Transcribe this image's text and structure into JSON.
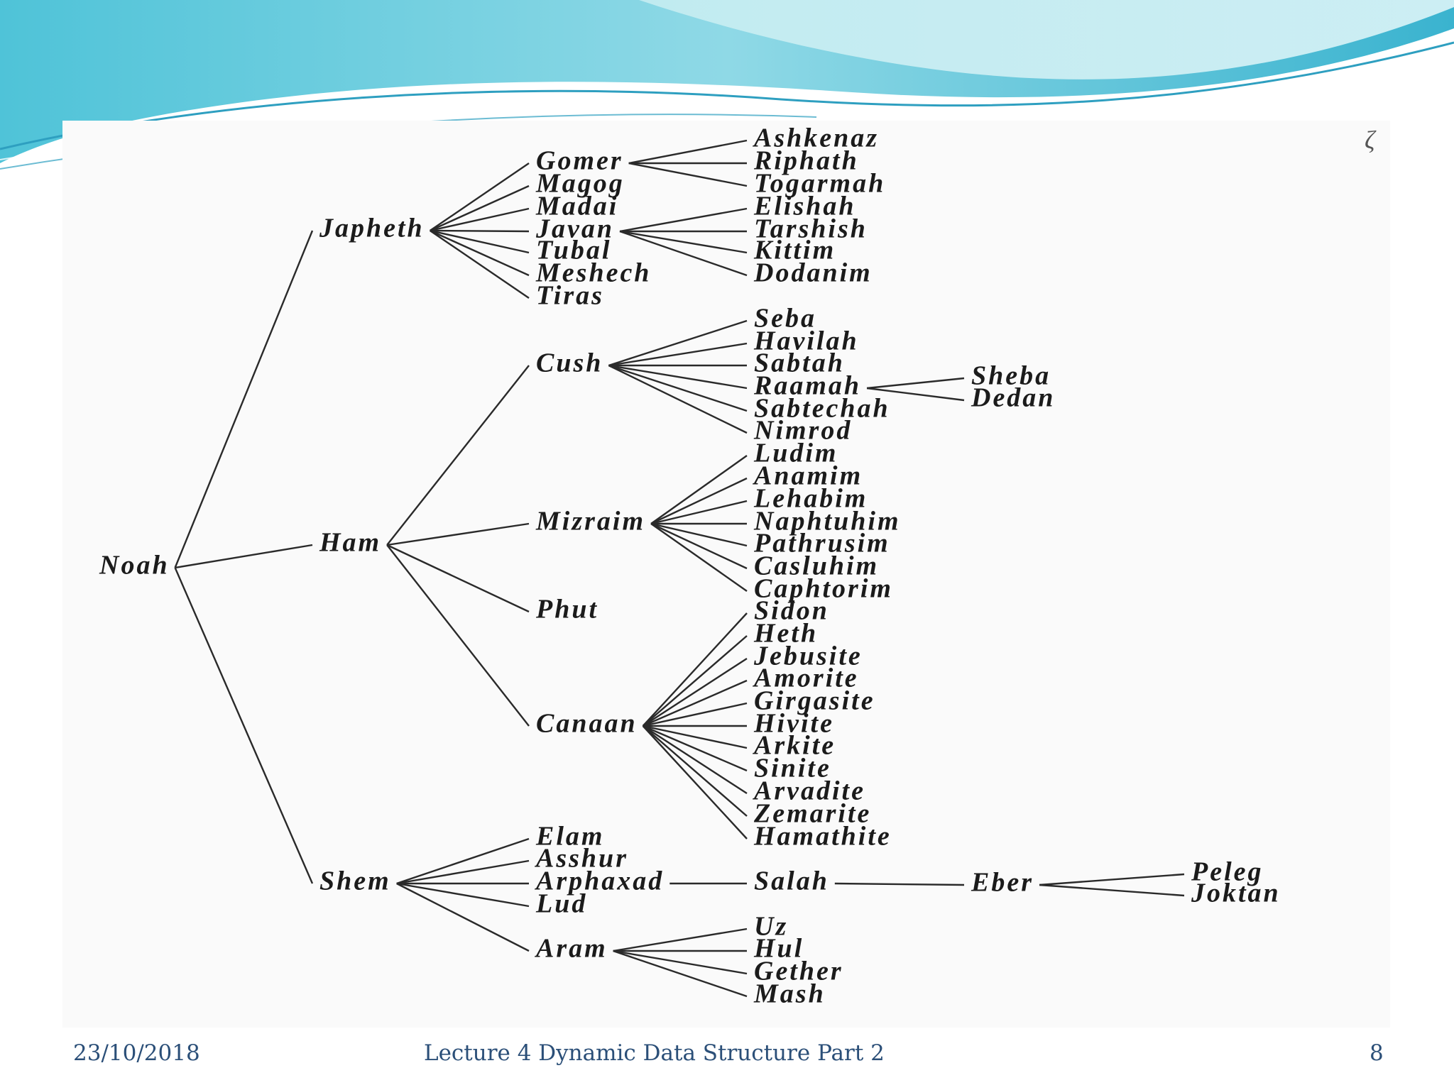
{
  "slide": {
    "footer_date": "23/10/2018",
    "footer_title": "Lecture 4 Dynamic Data Structure Part 2",
    "page_number": "8",
    "corner_mark": "ζ"
  },
  "colors": {
    "wave_light": "#c9eef2",
    "wave_mid": "#7fd4e2",
    "wave_dark": "#3ab3cf",
    "footer_text": "#2b4f78"
  },
  "tree": {
    "nodes": [
      {
        "id": "noah",
        "label": "Noah"
      },
      {
        "id": "japheth",
        "label": "Japheth"
      },
      {
        "id": "ham",
        "label": "Ham"
      },
      {
        "id": "shem",
        "label": "Shem"
      },
      {
        "id": "gomer",
        "label": "Gomer"
      },
      {
        "id": "magog",
        "label": "Magog"
      },
      {
        "id": "madai",
        "label": "Madai"
      },
      {
        "id": "javan",
        "label": "Javan"
      },
      {
        "id": "tubal",
        "label": "Tubal"
      },
      {
        "id": "meshech",
        "label": "Meshech"
      },
      {
        "id": "tiras",
        "label": "Tiras"
      },
      {
        "id": "ashkenaz",
        "label": "Ashkenaz"
      },
      {
        "id": "riphath",
        "label": "Riphath"
      },
      {
        "id": "togarmah",
        "label": "Togarmah"
      },
      {
        "id": "elishah",
        "label": "Elishah"
      },
      {
        "id": "tarshish",
        "label": "Tarshish"
      },
      {
        "id": "kittim",
        "label": "Kittim"
      },
      {
        "id": "dodanim",
        "label": "Dodanim"
      },
      {
        "id": "cush",
        "label": "Cush"
      },
      {
        "id": "mizraim",
        "label": "Mizraim"
      },
      {
        "id": "phut",
        "label": "Phut"
      },
      {
        "id": "canaan",
        "label": "Canaan"
      },
      {
        "id": "seba",
        "label": "Seba"
      },
      {
        "id": "havilah",
        "label": "Havilah"
      },
      {
        "id": "sabtah",
        "label": "Sabtah"
      },
      {
        "id": "raamah",
        "label": "Raamah"
      },
      {
        "id": "sabtechah",
        "label": "Sabtechah"
      },
      {
        "id": "nimrod",
        "label": "Nimrod"
      },
      {
        "id": "sheba",
        "label": "Sheba"
      },
      {
        "id": "dedan",
        "label": "Dedan"
      },
      {
        "id": "ludim",
        "label": "Ludim"
      },
      {
        "id": "anamim",
        "label": "Anamim"
      },
      {
        "id": "lehabim",
        "label": "Lehabim"
      },
      {
        "id": "naphtuhim",
        "label": "Naphtuhim"
      },
      {
        "id": "pathrusim",
        "label": "Pathrusim"
      },
      {
        "id": "casluhim",
        "label": "Casluhim"
      },
      {
        "id": "caphtorim",
        "label": "Caphtorim"
      },
      {
        "id": "sidon",
        "label": "Sidon"
      },
      {
        "id": "heth",
        "label": "Heth"
      },
      {
        "id": "jebusite",
        "label": "Jebusite"
      },
      {
        "id": "amorite",
        "label": "Amorite"
      },
      {
        "id": "girgasite",
        "label": "Girgasite"
      },
      {
        "id": "hivite",
        "label": "Hivite"
      },
      {
        "id": "arkite",
        "label": "Arkite"
      },
      {
        "id": "sinite",
        "label": "Sinite"
      },
      {
        "id": "arvadite",
        "label": "Arvadite"
      },
      {
        "id": "zemarite",
        "label": "Zemarite"
      },
      {
        "id": "hamathite",
        "label": "Hamathite"
      },
      {
        "id": "elam",
        "label": "Elam"
      },
      {
        "id": "asshur",
        "label": "Asshur"
      },
      {
        "id": "arphaxad",
        "label": "Arphaxad"
      },
      {
        "id": "lud",
        "label": "Lud"
      },
      {
        "id": "aram",
        "label": "Aram"
      },
      {
        "id": "salah",
        "label": "Salah"
      },
      {
        "id": "eber",
        "label": "Eber"
      },
      {
        "id": "peleg",
        "label": "Peleg"
      },
      {
        "id": "joktan",
        "label": "Joktan"
      },
      {
        "id": "uz",
        "label": "Uz"
      },
      {
        "id": "hul",
        "label": "Hul"
      },
      {
        "id": "gether",
        "label": "Gether"
      },
      {
        "id": "mash",
        "label": "Mash"
      }
    ],
    "edges": [
      [
        "noah",
        "japheth"
      ],
      [
        "noah",
        "ham"
      ],
      [
        "noah",
        "shem"
      ],
      [
        "japheth",
        "gomer"
      ],
      [
        "japheth",
        "magog"
      ],
      [
        "japheth",
        "madai"
      ],
      [
        "japheth",
        "javan"
      ],
      [
        "japheth",
        "tubal"
      ],
      [
        "japheth",
        "meshech"
      ],
      [
        "japheth",
        "tiras"
      ],
      [
        "gomer",
        "ashkenaz"
      ],
      [
        "gomer",
        "riphath"
      ],
      [
        "gomer",
        "togarmah"
      ],
      [
        "javan",
        "elishah"
      ],
      [
        "javan",
        "tarshish"
      ],
      [
        "javan",
        "kittim"
      ],
      [
        "javan",
        "dodanim"
      ],
      [
        "ham",
        "cush"
      ],
      [
        "ham",
        "mizraim"
      ],
      [
        "ham",
        "phut"
      ],
      [
        "ham",
        "canaan"
      ],
      [
        "cush",
        "seba"
      ],
      [
        "cush",
        "havilah"
      ],
      [
        "cush",
        "sabtah"
      ],
      [
        "cush",
        "raamah"
      ],
      [
        "cush",
        "sabtechah"
      ],
      [
        "cush",
        "nimrod"
      ],
      [
        "raamah",
        "sheba"
      ],
      [
        "raamah",
        "dedan"
      ],
      [
        "mizraim",
        "ludim"
      ],
      [
        "mizraim",
        "anamim"
      ],
      [
        "mizraim",
        "lehabim"
      ],
      [
        "mizraim",
        "naphtuhim"
      ],
      [
        "mizraim",
        "pathrusim"
      ],
      [
        "mizraim",
        "casluhim"
      ],
      [
        "mizraim",
        "caphtorim"
      ],
      [
        "canaan",
        "sidon"
      ],
      [
        "canaan",
        "heth"
      ],
      [
        "canaan",
        "jebusite"
      ],
      [
        "canaan",
        "amorite"
      ],
      [
        "canaan",
        "girgasite"
      ],
      [
        "canaan",
        "hivite"
      ],
      [
        "canaan",
        "arkite"
      ],
      [
        "canaan",
        "sinite"
      ],
      [
        "canaan",
        "arvadite"
      ],
      [
        "canaan",
        "zemarite"
      ],
      [
        "canaan",
        "hamathite"
      ],
      [
        "shem",
        "elam"
      ],
      [
        "shem",
        "asshur"
      ],
      [
        "shem",
        "arphaxad"
      ],
      [
        "shem",
        "lud"
      ],
      [
        "shem",
        "aram"
      ],
      [
        "arphaxad",
        "salah"
      ],
      [
        "salah",
        "eber"
      ],
      [
        "eber",
        "peleg"
      ],
      [
        "eber",
        "joktan"
      ],
      [
        "aram",
        "uz"
      ],
      [
        "aram",
        "hul"
      ],
      [
        "aram",
        "gether"
      ],
      [
        "aram",
        "mash"
      ]
    ]
  }
}
